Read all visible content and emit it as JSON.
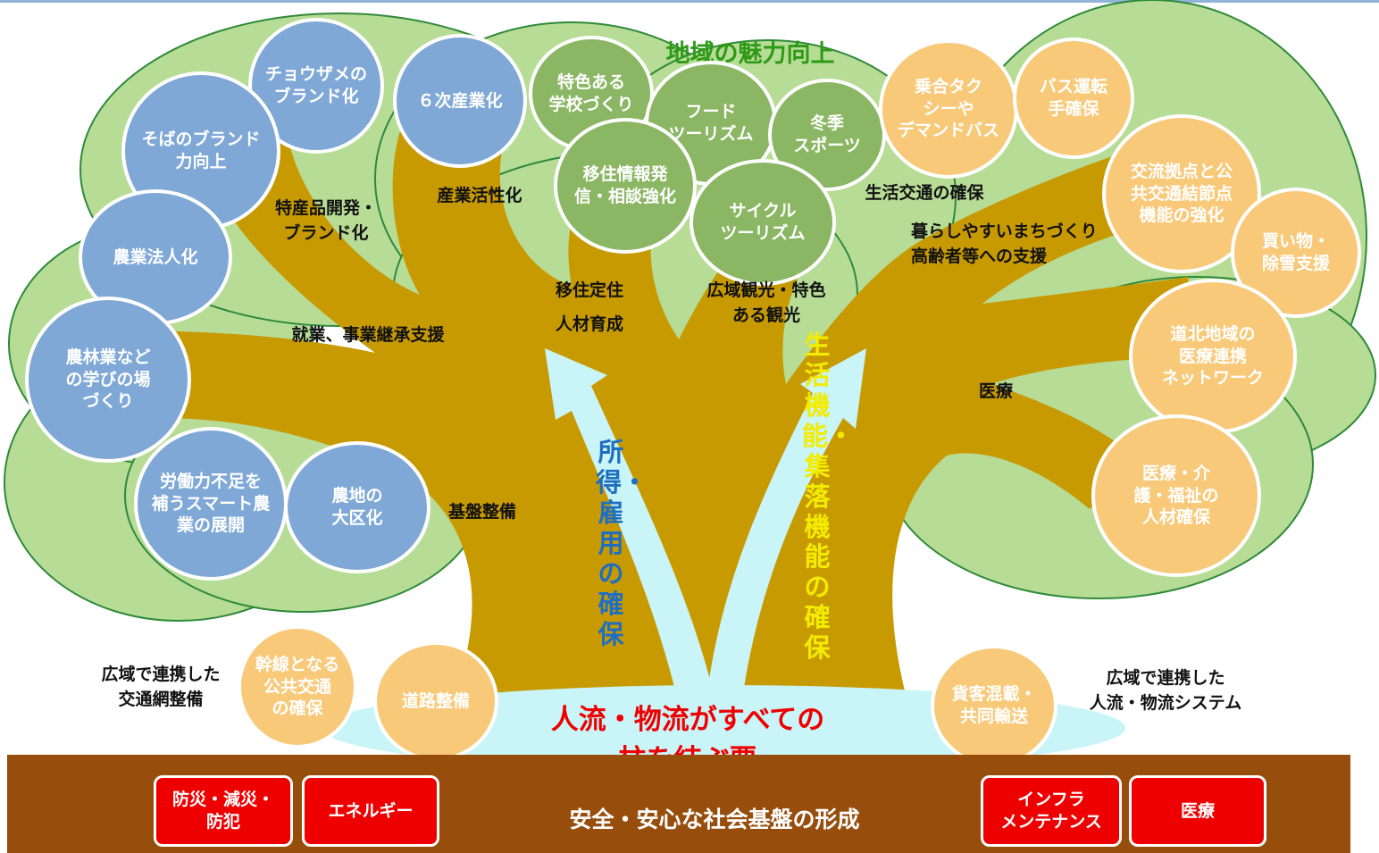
{
  "goal_title": "地域の魅力向上",
  "center_message": "人流・物流がすべての\n柱を結ぶ要",
  "foundation_title": "安全・安心な社会基盤の形成",
  "pillars": {
    "income_chars": "所得・雇用の確保",
    "living_chars": "生活機能・集落機能の確保"
  },
  "colors": {
    "crown": "#b7dc96",
    "trunk": "#c89a02",
    "arrow": "#c9f4f8",
    "blue_circle": "#7fa8d6",
    "green_circle": "#8bb664",
    "orange_circle": "#f9c97a",
    "ground": "#974e0d",
    "red_box": "#ee0000"
  },
  "blue_circles": [
    {
      "text": "チョウザメの\nブランド化"
    },
    {
      "text": "６次産業化"
    },
    {
      "text": "そばのブランド\n力向上"
    },
    {
      "text": "農業法人化"
    },
    {
      "text": "農林業など\nの学びの場\nづくり"
    },
    {
      "text": "労働力不足を\n補うスマート農\n業の展開"
    },
    {
      "text": "農地の\n大区化"
    }
  ],
  "green_circles": [
    {
      "text": "特色ある\n学校づくり"
    },
    {
      "text": "フード\nツーリズム"
    },
    {
      "text": "冬季\nスポーツ"
    },
    {
      "text": "移住情報発\n信・相談強化"
    },
    {
      "text": "サイクル\nツーリズム"
    }
  ],
  "orange_circles": [
    {
      "text": "乗合タク\nシーや\nデマンドバス"
    },
    {
      "text": "バス運転\n手確保"
    },
    {
      "text": "交流拠点と公\n共交通結節点\n機能の強化"
    },
    {
      "text": "買い物・\n除雪支援"
    },
    {
      "text": "道北地域の\n医療連携\nネットワーク"
    },
    {
      "text": "医療・介\n護・福祉の\n人材確保"
    },
    {
      "text": "幹線となる\n公共交通\nの確保"
    },
    {
      "text": "道路整備"
    },
    {
      "text": "貨客混載・\n共同輸送"
    }
  ],
  "branch_labels": [
    {
      "text": "特産品開発・\nブランド化"
    },
    {
      "text": "産業活性化"
    },
    {
      "text": "移住定住"
    },
    {
      "text": "人材育成"
    },
    {
      "text": "広域観光・特色\nある観光"
    },
    {
      "text": "生活交通の確保"
    },
    {
      "text": "暮らしやすいまちづくり\n高齢者等への支援"
    },
    {
      "text": "就業、事業継承支援"
    },
    {
      "text": "医療"
    },
    {
      "text": "基盤整備"
    },
    {
      "text": "広域で連携した\n交通網整備"
    },
    {
      "text": "広域で連携した\n人流・物流システム"
    }
  ],
  "red_boxes": [
    {
      "text": "防災・減災・\n防犯"
    },
    {
      "text": "エネルギー"
    },
    {
      "text": "インフラ\nメンテナンス"
    },
    {
      "text": "医療"
    }
  ]
}
